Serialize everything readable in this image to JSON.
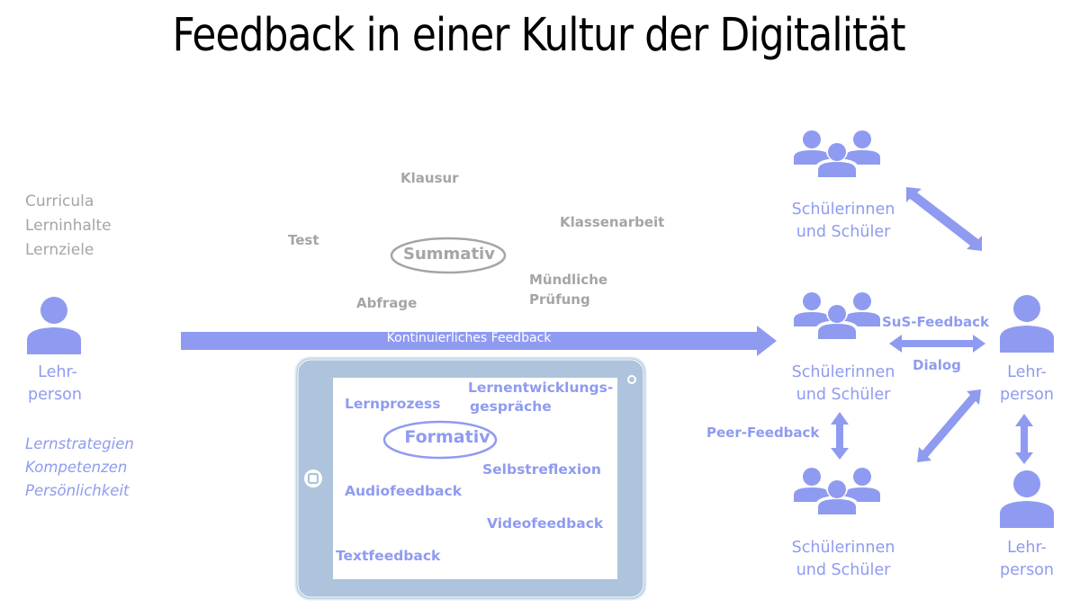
{
  "title": "Feedback in einer Kultur der Digitalität",
  "colors": {
    "accent": "#8f9bf0",
    "gray": "#a5a5a5",
    "tablet_frame": "#adc4dc",
    "title": "#000000"
  },
  "left": {
    "curriculum_items": [
      "Curricula",
      "Lerninhalte",
      "Lernziele"
    ],
    "teacher": {
      "icon": "person-icon",
      "line1": "Lehr-",
      "line2": "person"
    },
    "traits": [
      "Lernstrategien",
      "Kompetenzen",
      "Persönlichkeit"
    ]
  },
  "summative": {
    "center": "Summativ",
    "items": {
      "klausur": "Klausur",
      "klassenarbeit": "Klassenarbeit",
      "test": "Test",
      "muendlich_line1": "Mündliche",
      "muendlich_line2": "Prüfung",
      "abfrage": "Abfrage"
    }
  },
  "main_arrow": {
    "label": "Kontinuierliches Feedback",
    "icon": "arrow-right-icon"
  },
  "formative": {
    "device_icon": "tablet-icon",
    "center": "Formativ",
    "items": {
      "lernprozess": "Lernprozess",
      "lernentwicklung_line1": "Lernentwicklungs-",
      "lernentwicklung_line2": "gespräche",
      "selbstreflexion": "Selbstreflexion",
      "audiofeedback": "Audiofeedback",
      "videofeedback": "Videofeedback",
      "textfeedback": "Textfeedback"
    }
  },
  "right": {
    "students_top": {
      "icon": "group-icon",
      "line1": "Schülerinnen",
      "line2": "und Schüler"
    },
    "students_mid": {
      "icon": "group-icon",
      "line1": "Schülerinnen",
      "line2": "und Schüler"
    },
    "students_bottom": {
      "icon": "group-icon",
      "line1": "Schülerinnen",
      "line2": "und Schüler"
    },
    "teacher_mid": {
      "icon": "person-icon",
      "line1": "Lehr-",
      "line2": "person"
    },
    "teacher_bottom": {
      "icon": "person-icon",
      "line1": "Lehr-",
      "line2": "person"
    },
    "labels": {
      "sus_feedback": "SuS-Feedback",
      "dialog": "Dialog",
      "peer_feedback": "Peer-Feedback"
    }
  }
}
